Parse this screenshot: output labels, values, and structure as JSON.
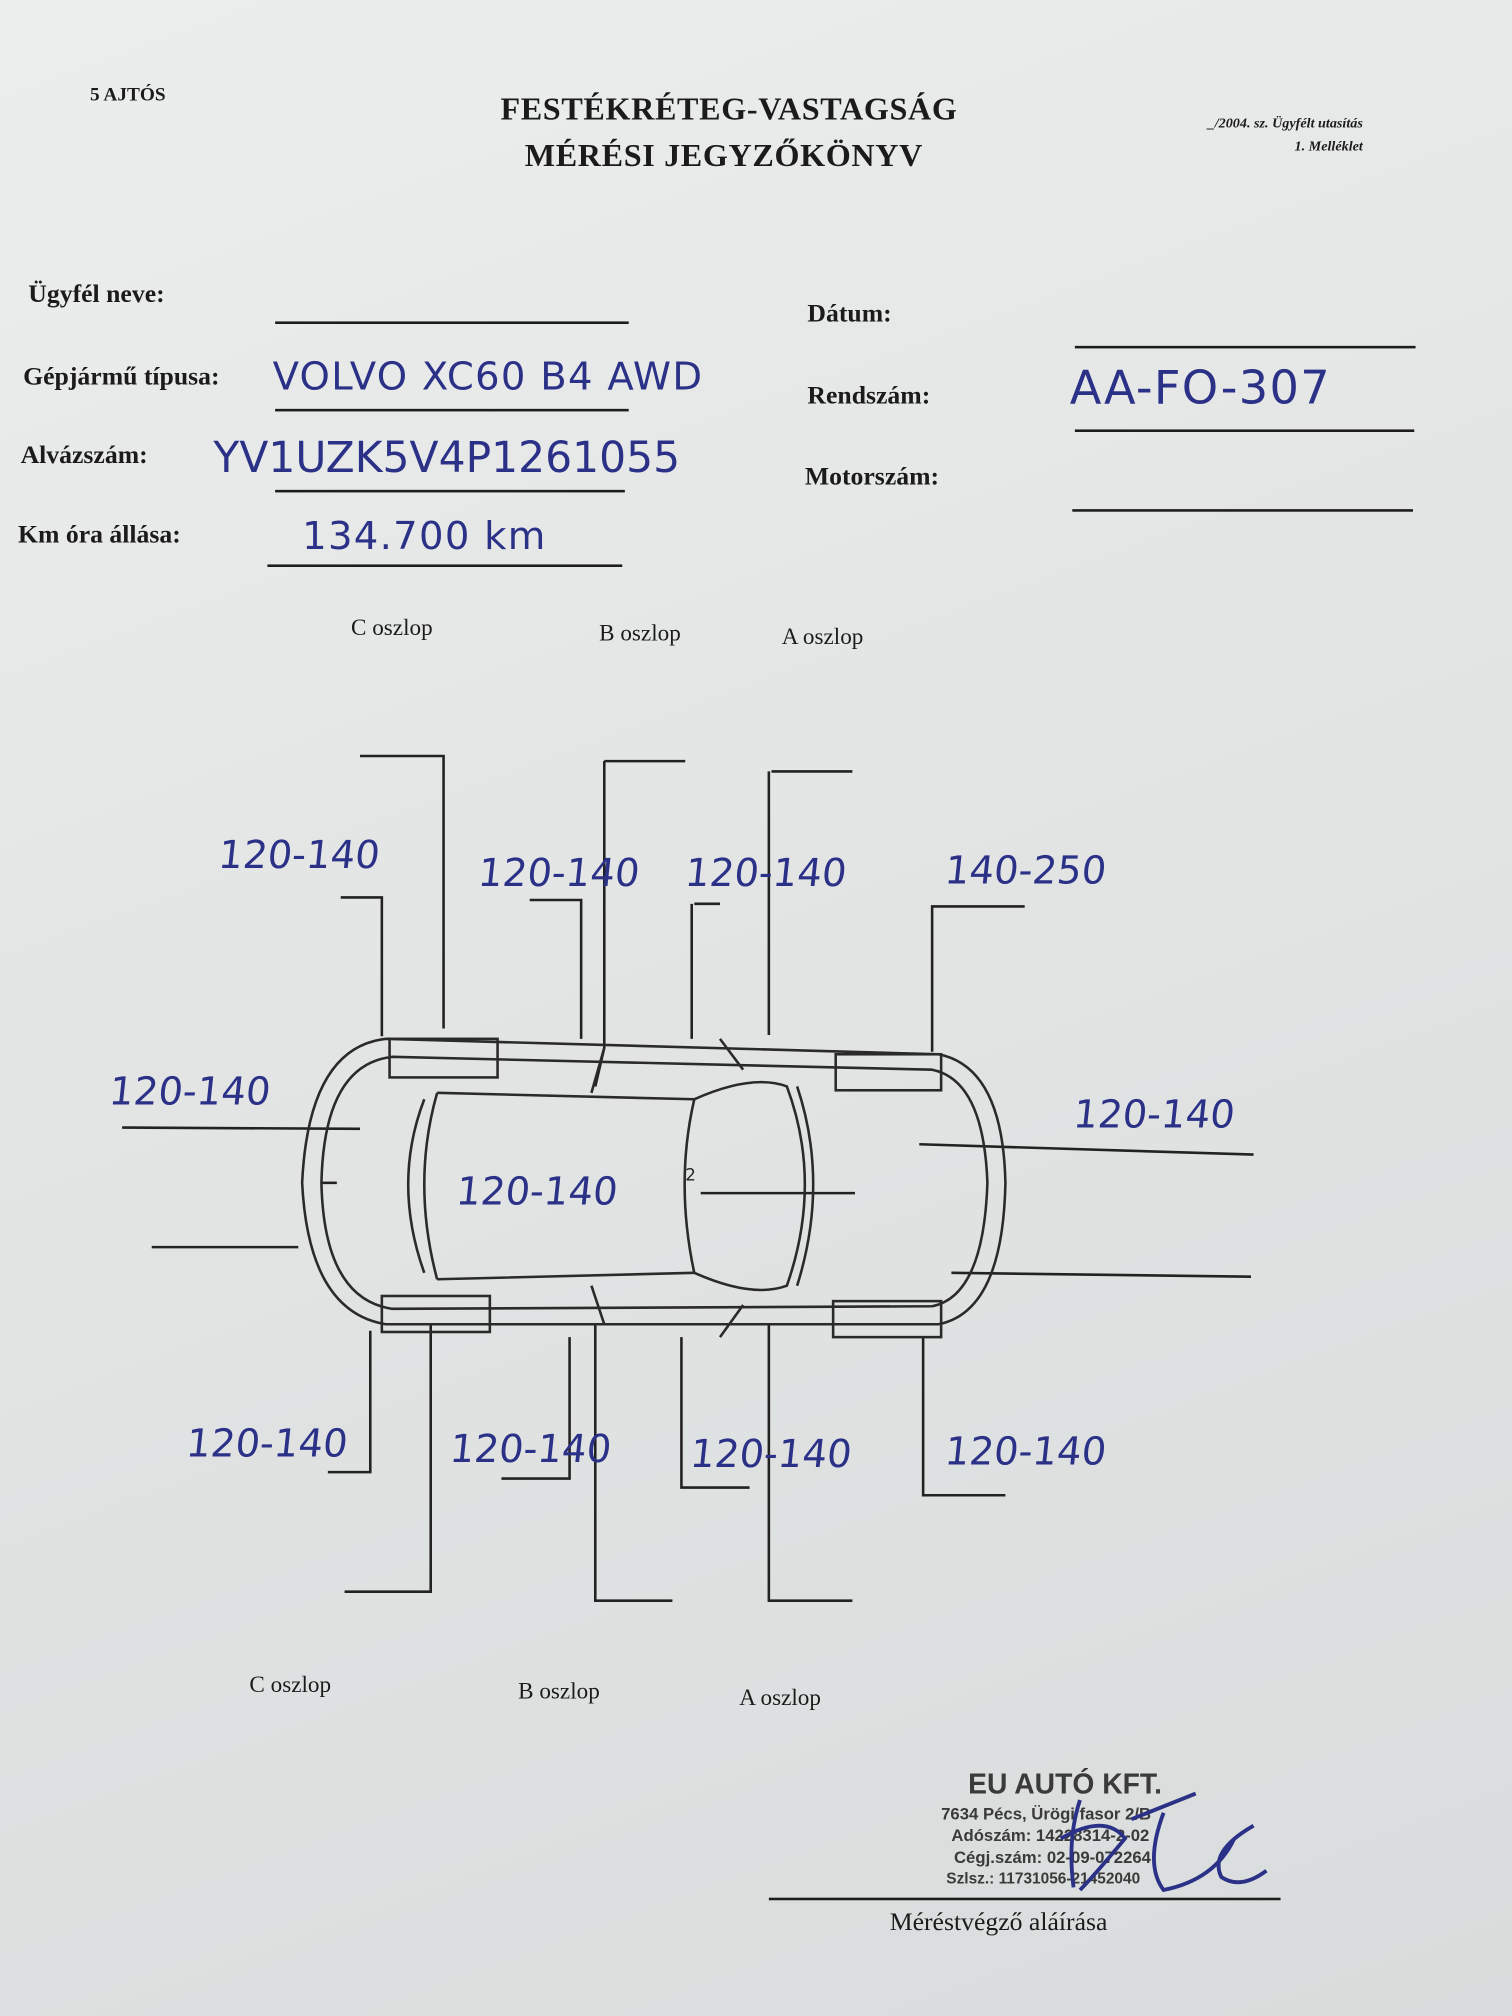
{
  "header": {
    "doors": "5 AJTÓS",
    "title_line1": "FESTÉKRÉTEG-VASTAGSÁG",
    "title_line2": "MÉRÉSI JEGYZŐKÖNYV",
    "regulation_note_line1": "_/2004. sz. Ügyfélt utasítás",
    "regulation_note_line2": "1. Melléklet"
  },
  "fields": {
    "client_name": {
      "label": "Ügyfél neve:",
      "value": ""
    },
    "vehicle_type": {
      "label": "Gépjármű típusa:",
      "value": "VOLVO XC60 B4 AWD"
    },
    "chassis_number": {
      "label": "Alvázszám:",
      "value": "YV1UZK5V4P1261055"
    },
    "odometer": {
      "label": "Km óra állása:",
      "value": "134.700 km"
    },
    "date": {
      "label": "Dátum:",
      "value": ""
    },
    "plate_number": {
      "label": "Rendszám:",
      "value": "AA-FO-307"
    },
    "engine_number": {
      "label": "Motorszám:",
      "value": ""
    }
  },
  "pillars": {
    "top": [
      "C oszlop",
      "B oszlop",
      "A oszlop"
    ],
    "bottom": [
      "C oszlop",
      "B oszlop",
      "A oszlop"
    ]
  },
  "measurements": {
    "top_rear_door": "120-140",
    "top_c_b": "120-140",
    "top_front_door": "120-140",
    "top_front_fender": "140-250",
    "rear": "120-140",
    "roof": "120-140",
    "hood": "120-140",
    "bottom_rear_fender": "120-140",
    "bottom_rear_door": "120-140",
    "bottom_front_door": "120-140",
    "bottom_front_fender": "120-140"
  },
  "stamp": {
    "company": "EU AUTÓ KFT.",
    "address": "7634 Pécs, Ürögi fasor 2/B",
    "tax_number": "Adószám: 14228314-2-02",
    "company_reg": "Cégj.szám: 02-09-072264",
    "other": "Szlsz.: 11731056-21452040"
  },
  "signature": {
    "label": "Méréstvégző aláírása"
  }
}
